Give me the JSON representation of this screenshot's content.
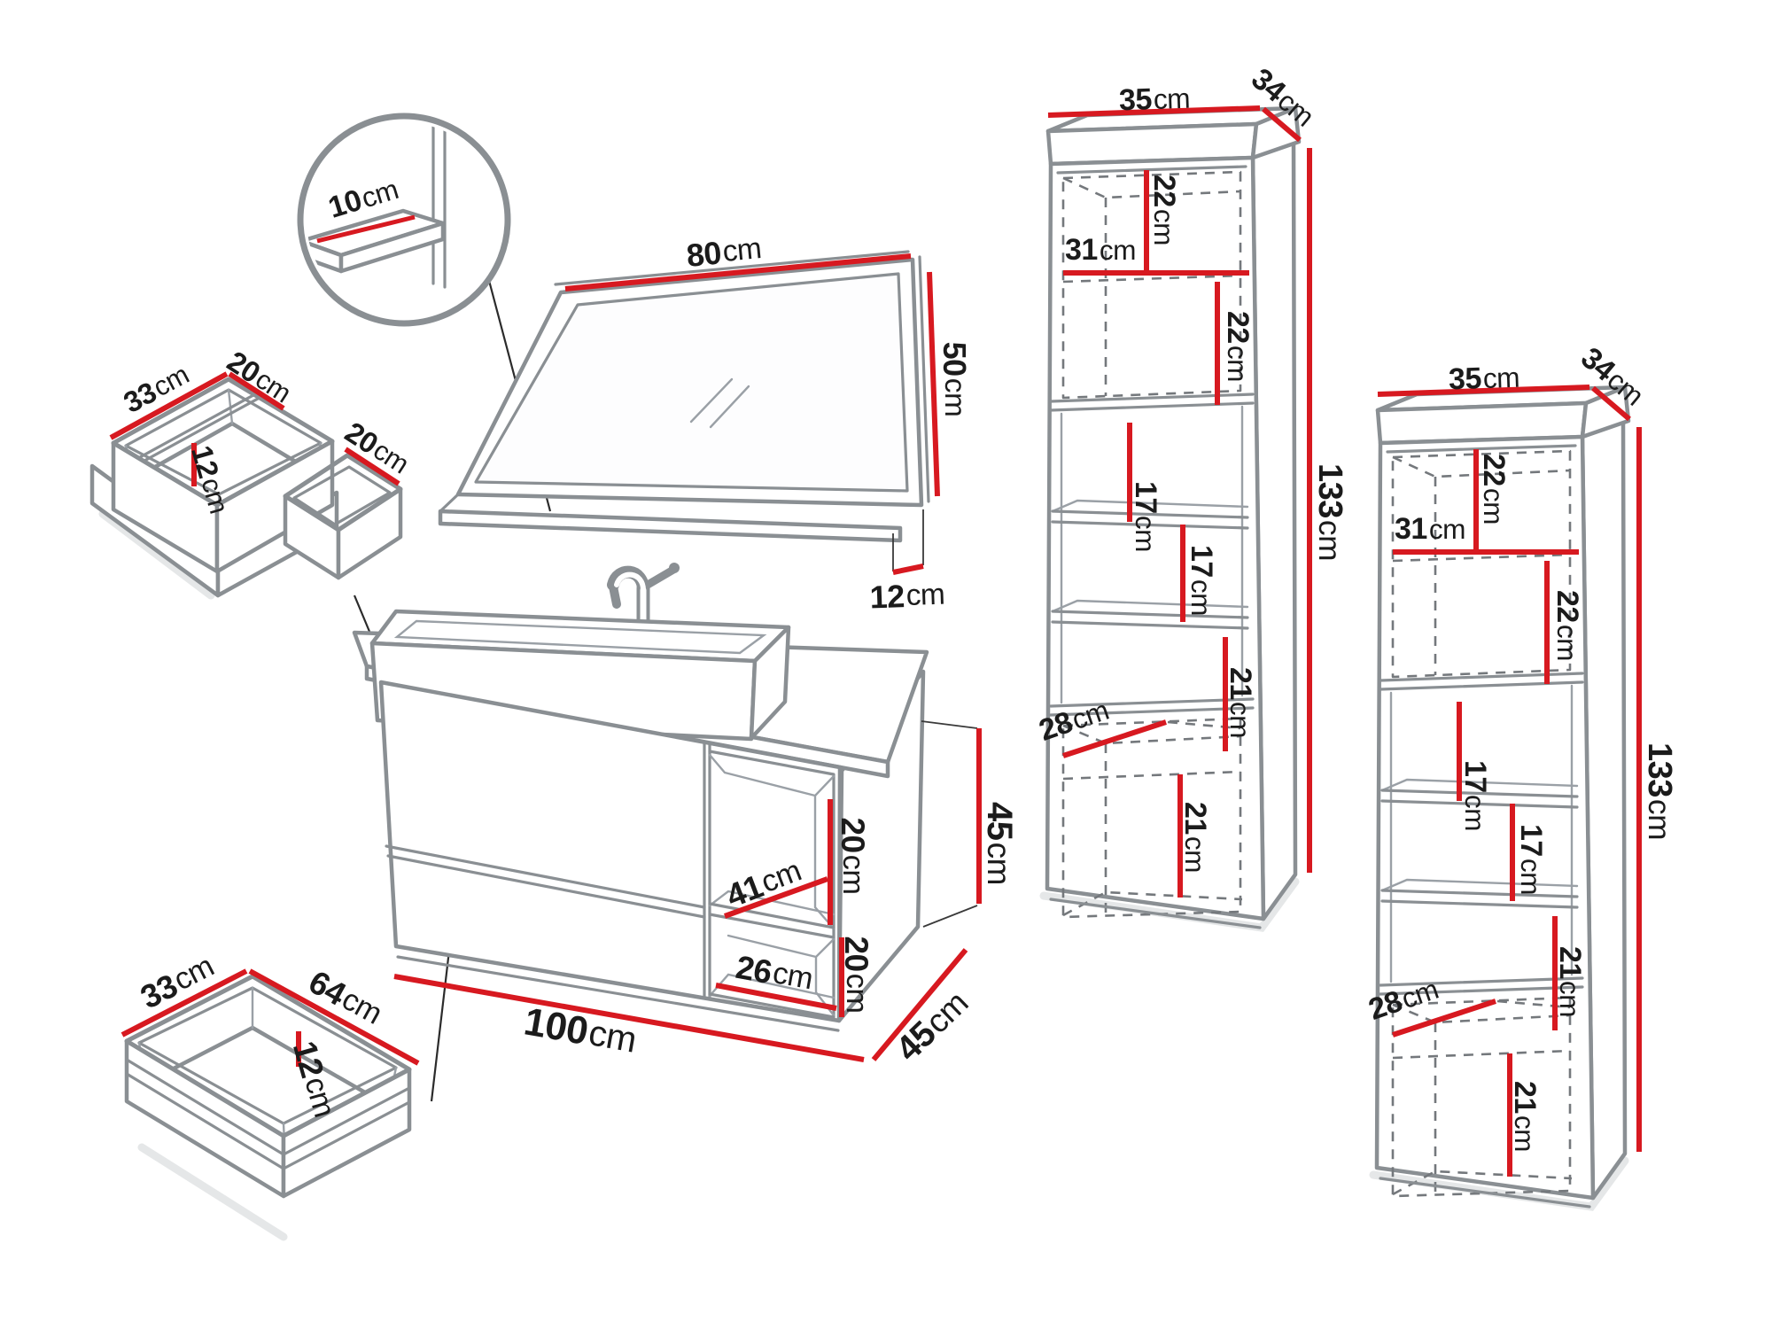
{
  "colors": {
    "dimension_red": "#d71920",
    "outline_gray": "#8a8f93",
    "dashed_gray": "#74787c",
    "text_black": "#1b1b1b",
    "background": "#ffffff"
  },
  "pieces": {
    "detail": {
      "dim_shelf_depth": {
        "v": "10",
        "u": "cm"
      }
    },
    "organizer": {
      "dim_width": {
        "v": "33",
        "u": "cm"
      },
      "dim_inner": {
        "v": "20",
        "u": "cm"
      },
      "dim_height": {
        "v": "12",
        "u": "cm"
      },
      "dim_right": {
        "v": "20",
        "u": "cm"
      }
    },
    "mirror": {
      "dim_width": {
        "v": "80",
        "u": "cm"
      },
      "dim_height": {
        "v": "50",
        "u": "cm"
      },
      "dim_shelf": {
        "v": "12",
        "u": "cm"
      }
    },
    "vanity": {
      "dim_niche_width": {
        "v": "41",
        "u": "cm"
      },
      "dim_niche_top": {
        "v": "20",
        "u": "cm"
      },
      "dim_niche_bottom": {
        "v": "20",
        "u": "cm"
      },
      "dim_niche_floor": {
        "v": "26",
        "u": "cm"
      },
      "dim_width": {
        "v": "100",
        "u": "cm"
      },
      "dim_depth": {
        "v": "45",
        "u": "cm"
      },
      "dim_height": {
        "v": "45",
        "u": "cm"
      }
    },
    "drawer": {
      "dim_depth": {
        "v": "33",
        "u": "cm"
      },
      "dim_width": {
        "v": "64",
        "u": "cm"
      },
      "dim_height": {
        "v": "12",
        "u": "cm"
      }
    },
    "cabinet_left": {
      "dim_width": {
        "v": "35",
        "u": "cm"
      },
      "dim_depth": {
        "v": "34",
        "u": "cm"
      },
      "dim_c1": {
        "v": "22",
        "u": "cm"
      },
      "dim_shelf": {
        "v": "31",
        "u": "cm"
      },
      "dim_c2": {
        "v": "22",
        "u": "cm"
      },
      "dim_c3": {
        "v": "17",
        "u": "cm"
      },
      "dim_c4": {
        "v": "17",
        "u": "cm"
      },
      "dim_c5": {
        "v": "21",
        "u": "cm"
      },
      "dim_floor": {
        "v": "28",
        "u": "cm"
      },
      "dim_c6": {
        "v": "21",
        "u": "cm"
      },
      "dim_height": {
        "v": "133",
        "u": "cm"
      }
    },
    "cabinet_right": {
      "dim_width": {
        "v": "35",
        "u": "cm"
      },
      "dim_depth": {
        "v": "34",
        "u": "cm"
      },
      "dim_c1": {
        "v": "22",
        "u": "cm"
      },
      "dim_shelf": {
        "v": "31",
        "u": "cm"
      },
      "dim_c2": {
        "v": "22",
        "u": "cm"
      },
      "dim_c3": {
        "v": "17",
        "u": "cm"
      },
      "dim_c4": {
        "v": "17",
        "u": "cm"
      },
      "dim_c5": {
        "v": "21",
        "u": "cm"
      },
      "dim_floor": {
        "v": "28",
        "u": "cm"
      },
      "dim_c6": {
        "v": "21",
        "u": "cm"
      },
      "dim_height": {
        "v": "133",
        "u": "cm"
      }
    }
  }
}
